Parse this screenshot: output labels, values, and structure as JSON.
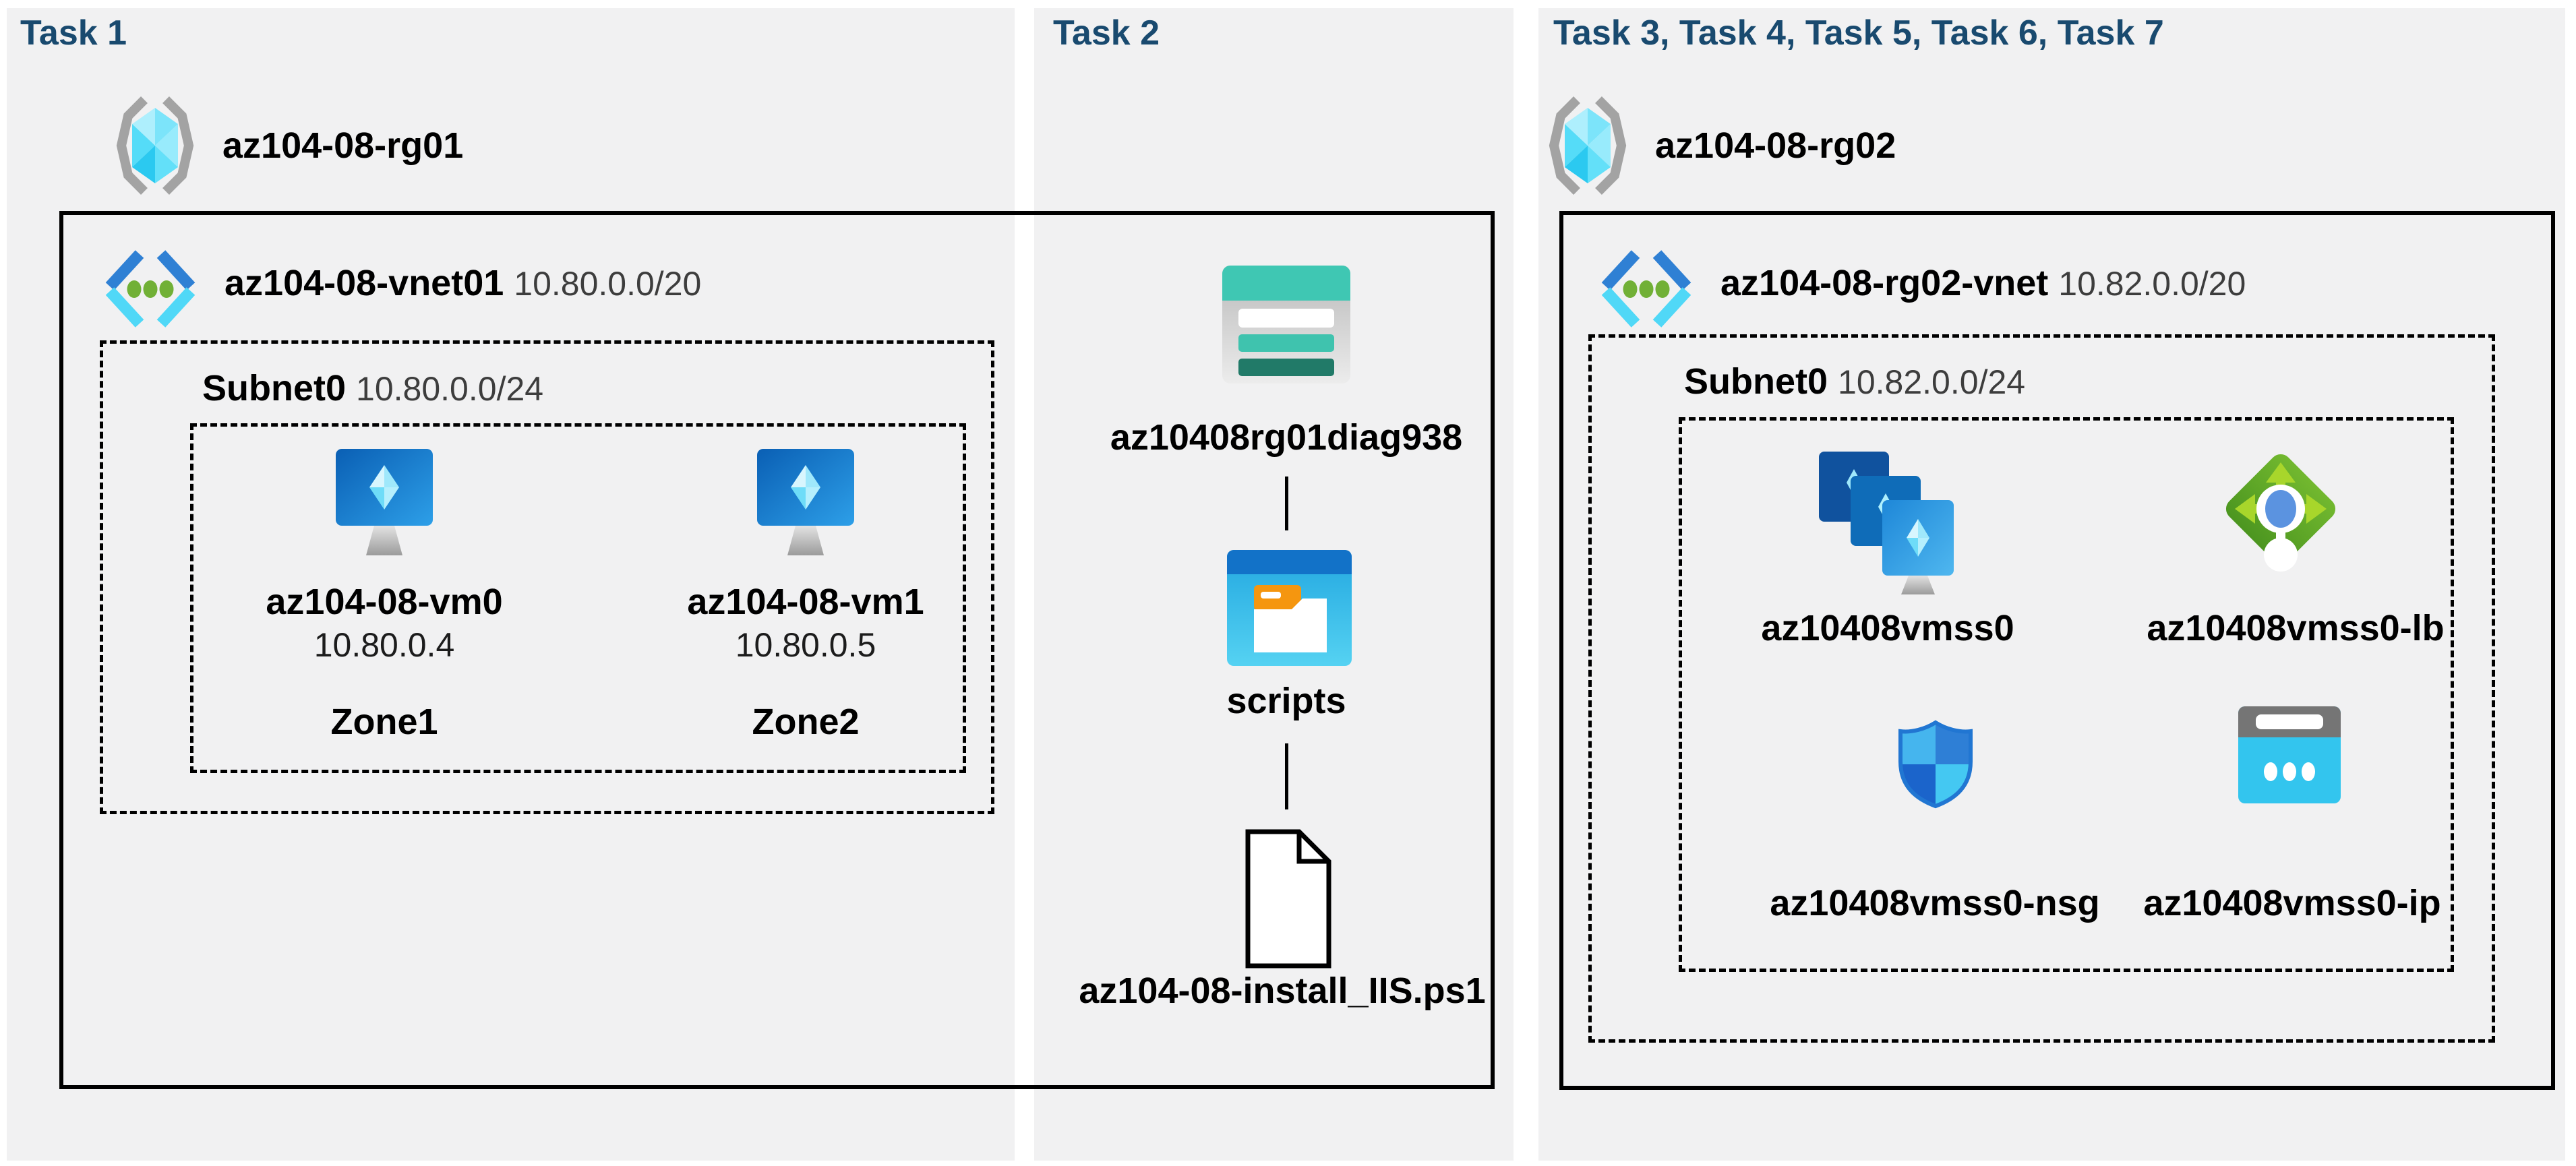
{
  "colors": {
    "background": "#ffffff",
    "panel": "#f1f1f2",
    "heading": "#194a6f",
    "outline": "#000000",
    "storage_teal": "#3fc7b3",
    "container_blue": "#1272c8",
    "vm_blue": "#0a5fb4",
    "lb_green": "#6fb52c",
    "nsg_blue": "#2e7fd6",
    "ip_cyan": "#33c5ee",
    "rg_gray": "#a3a3a3"
  },
  "task1": {
    "heading": "Task 1",
    "resource_group": {
      "name": "az104-08-rg01",
      "icon": "resource-group-icon"
    },
    "vnet": {
      "name": "az104-08-vnet01",
      "cidr": "10.80.0.0/20",
      "icon": "virtual-network-icon"
    },
    "subnet": {
      "name": "Subnet0",
      "cidr": "10.80.0.0/24"
    },
    "vms": [
      {
        "name": "az104-08-vm0",
        "ip": "10.80.0.4",
        "zone": "Zone1",
        "icon": "virtual-machine-icon"
      },
      {
        "name": "az104-08-vm1",
        "ip": "10.80.0.5",
        "zone": "Zone2",
        "icon": "virtual-machine-icon"
      }
    ]
  },
  "task2": {
    "heading": "Task 2",
    "storage_account": {
      "name": "az10408rg01diag938",
      "icon": "storage-account-icon"
    },
    "container": {
      "name": "scripts",
      "icon": "blob-container-icon"
    },
    "script_file": {
      "name": "az104-08-install_IIS.ps1",
      "icon": "script-file-icon"
    }
  },
  "task3": {
    "heading": "Task 3, Task 4, Task 5, Task 6, Task 7",
    "resource_group": {
      "name": "az104-08-rg02",
      "icon": "resource-group-icon"
    },
    "vnet": {
      "name": "az104-08-rg02-vnet",
      "cidr": "10.82.0.0/20",
      "icon": "virtual-network-icon"
    },
    "subnet": {
      "name": "Subnet0",
      "cidr": "10.82.0.0/24"
    },
    "resources": [
      {
        "name": "az10408vmss0",
        "type": "vm-scale-set",
        "icon": "vmss-icon"
      },
      {
        "name": "az10408vmss0-lb",
        "type": "load-balancer",
        "icon": "load-balancer-icon"
      },
      {
        "name": "az10408vmss0-nsg",
        "type": "network-security-group",
        "icon": "nsg-icon"
      },
      {
        "name": "az10408vmss0-ip",
        "type": "public-ip",
        "icon": "public-ip-icon"
      }
    ]
  }
}
